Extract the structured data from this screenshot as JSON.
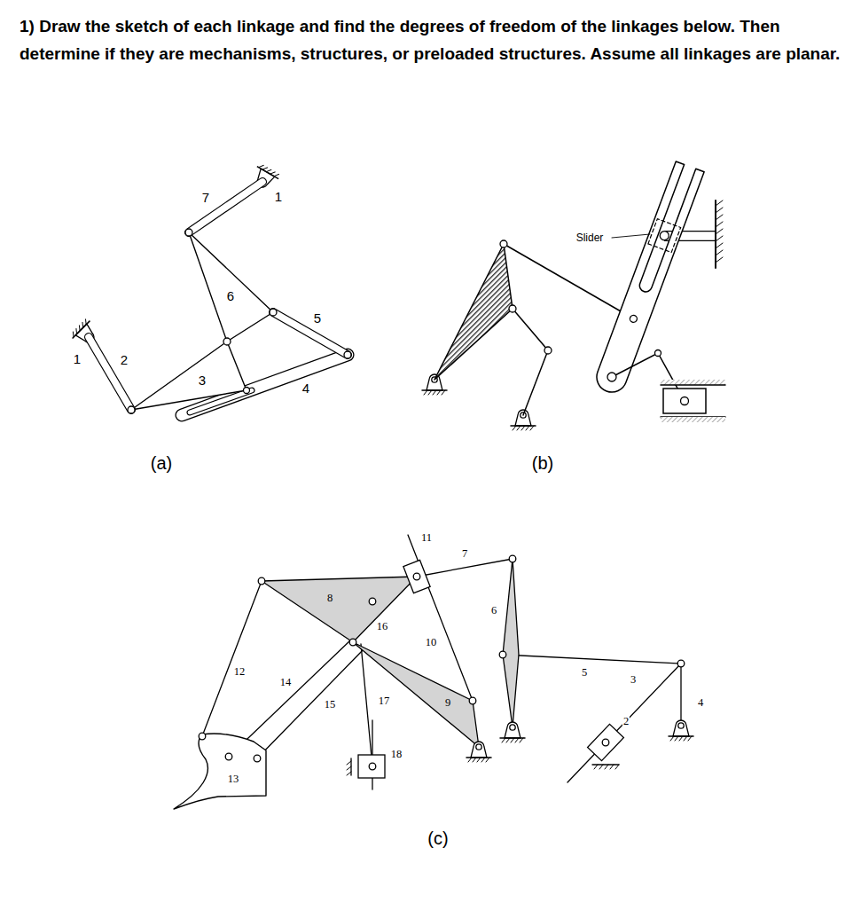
{
  "diagram": {
    "title": "1) Draw the sketch of each linkage and find the degrees of freedom of the linkages below. Then determine if they are mechanisms, structures, or preloaded structures. Assume all linkages are planar.",
    "labels": [
      "7",
      "1",
      "6",
      "5",
      "1",
      "2",
      "3",
      "4",
      "(a)",
      "Slider",
      "(b)",
      "11",
      "7",
      "8",
      "6",
      "16",
      "10",
      "5",
      "12",
      "3",
      "14",
      "15",
      "17",
      "9",
      "4",
      "2",
      "18",
      "13",
      "(c)"
    ]
  }
}
